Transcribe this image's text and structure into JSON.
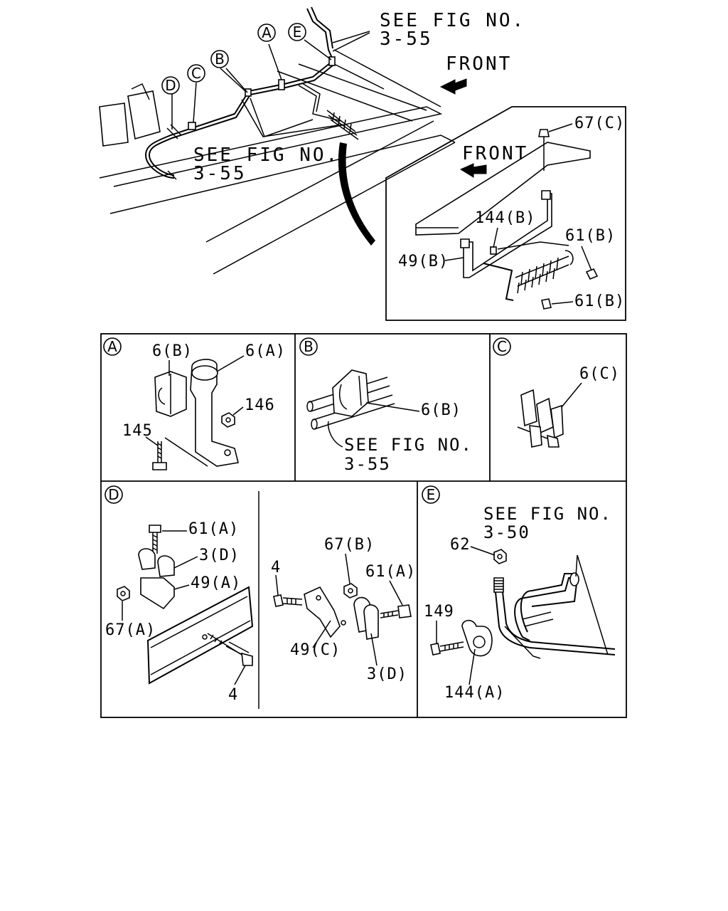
{
  "top_view": {
    "callout_A": "A",
    "callout_B": "B",
    "callout_C": "C",
    "callout_D": "D",
    "callout_E": "E",
    "see_fig_top_line1": "SEE FIG NO.",
    "see_fig_top_line2": "3-55",
    "see_fig_mid_line1": "SEE FIG NO.",
    "see_fig_mid_line2": "3-55",
    "front_label": "FRONT"
  },
  "inset_detail": {
    "front_label": "FRONT",
    "label_67C": "67(C)",
    "label_144B": "144(B)",
    "label_61B_upper": "61(B)",
    "label_61B_lower": "61(B)",
    "label_49B": "49(B)"
  },
  "panel_A": {
    "letter": "A",
    "label_6B": "6(B)",
    "label_6A": "6(A)",
    "label_146": "146",
    "label_145": "145"
  },
  "panel_B": {
    "letter": "B",
    "label_6B": "6(B)",
    "see_fig_line1": "SEE FIG NO.",
    "see_fig_line2": "3-55"
  },
  "panel_C": {
    "letter": "C",
    "label_6C": "6(C)"
  },
  "panel_D": {
    "letter": "D",
    "label_61A_left": "61(A)",
    "label_3D_left": "3(D)",
    "label_49A": "49(A)",
    "label_67A": "67(A)",
    "label_4_bottom": "4",
    "label_4_left": "4",
    "label_67B": "67(B)",
    "label_61A_right": "61(A)",
    "label_49C": "49(C)",
    "label_3D_right": "3(D)"
  },
  "panel_E": {
    "letter": "E",
    "see_fig_line1": "SEE FIG NO.",
    "see_fig_line2": "3-50",
    "label_62": "62",
    "label_149": "149",
    "label_144A": "144(A)"
  }
}
